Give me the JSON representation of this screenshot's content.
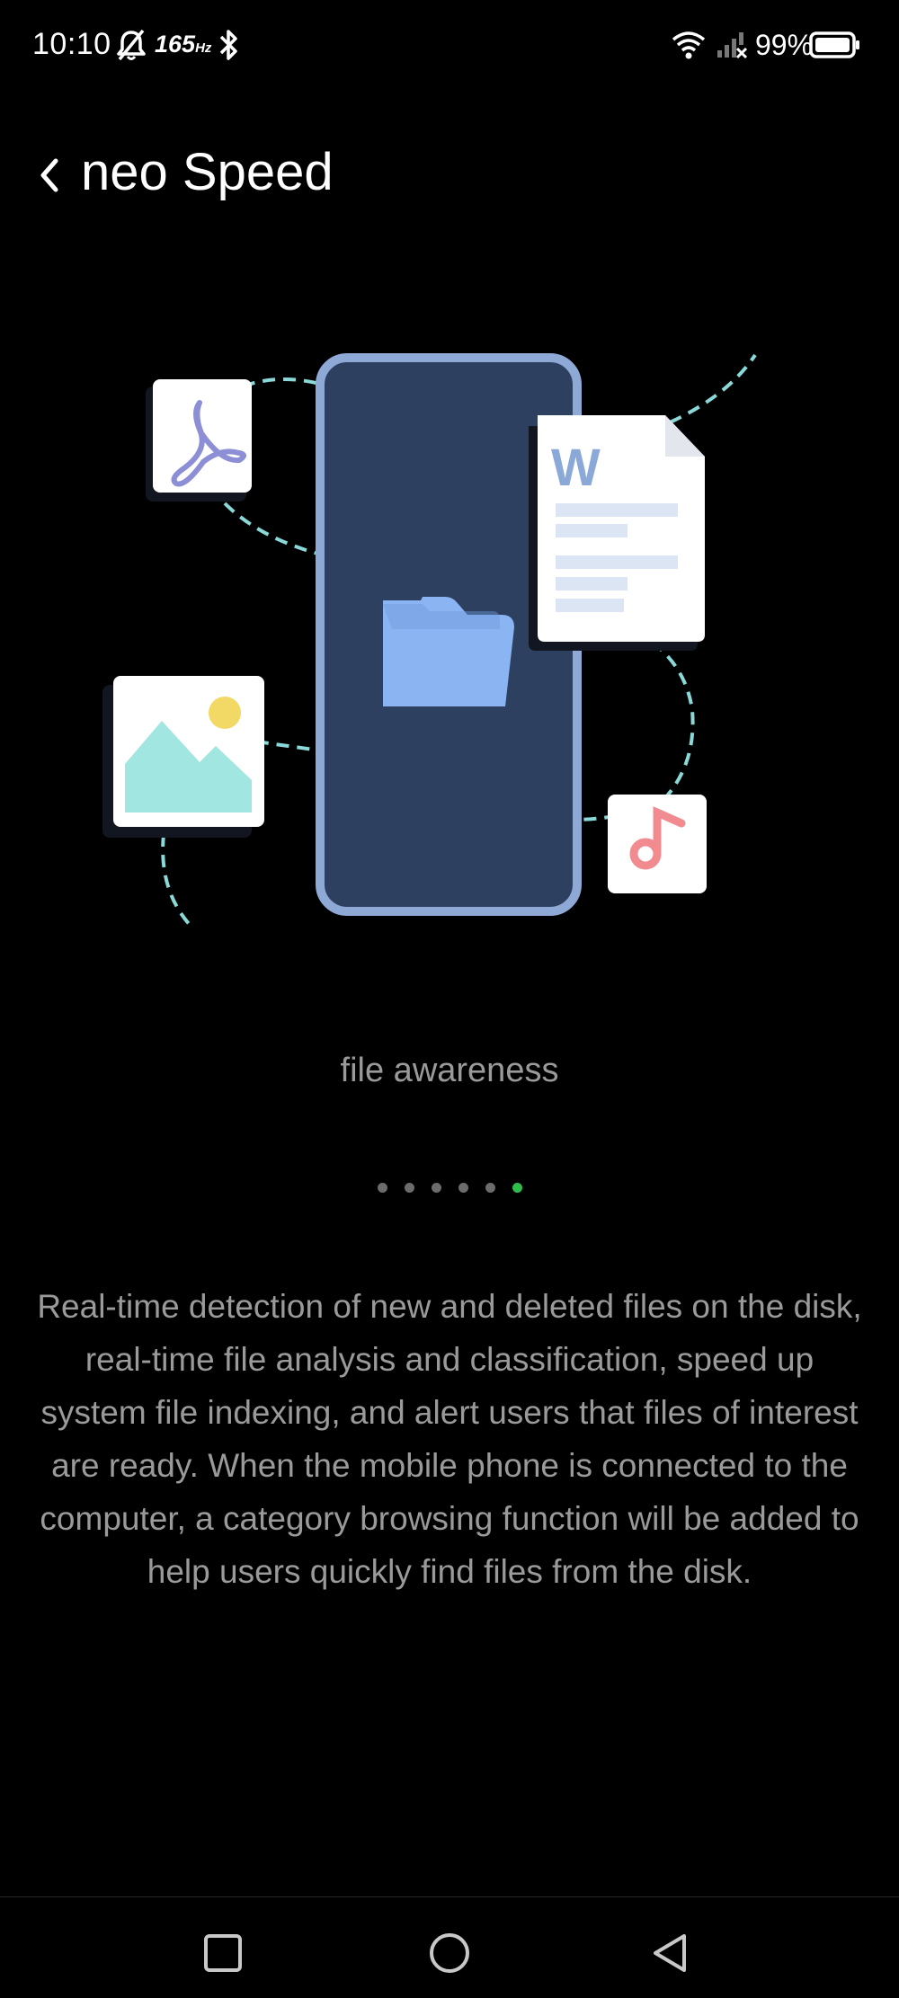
{
  "status_bar": {
    "time": "10:10",
    "refresh_rate": "165",
    "refresh_unit": "Hz",
    "battery": "99%",
    "icons": [
      "alarm-off-icon",
      "bluetooth-icon",
      "wifi-icon",
      "signal-icon",
      "battery-icon"
    ]
  },
  "header": {
    "title": "neo Speed",
    "back_icon": "chevron-left-icon"
  },
  "illustration": {
    "icons": [
      "phone-icon",
      "folder-icon",
      "pdf-file-icon",
      "word-document-icon",
      "image-file-icon",
      "music-file-icon"
    ],
    "word_letter": "W",
    "colors": {
      "phone_body": "#2d4060",
      "phone_border": "#8fa9d6",
      "folder": "#8bb4f2",
      "dashes": "#8ad8d8",
      "pdf": "#8d8fd6",
      "image_mountains": "#a2e6e2",
      "image_sun": "#f2d864",
      "music": "#f28b90"
    }
  },
  "feature": {
    "title": "file awareness",
    "description": "Real-time detection of new and deleted files on the disk, real-time file analysis and classification, speed up system file indexing, and alert users that files of interest are ready. When the mobile phone is connected to the computer, a category browsing function will be added to help users quickly find files from the disk."
  },
  "pager": {
    "total_pages": 6,
    "current_page": 6,
    "active_color": "#2fbd4e"
  },
  "nav_bar": {
    "icons": [
      "recents-square-icon",
      "home-circle-icon",
      "back-triangle-icon"
    ]
  }
}
